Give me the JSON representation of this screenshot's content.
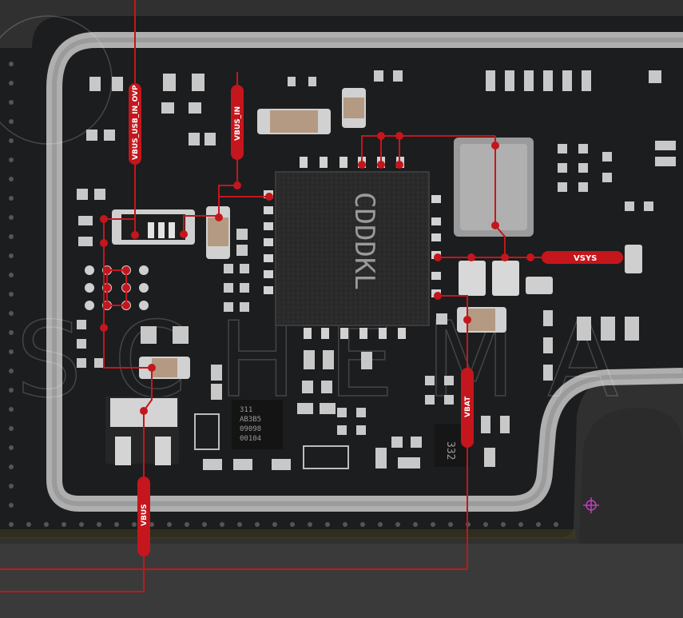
{
  "colors": {
    "net": "#c4161c",
    "board": "#1c1d1f",
    "solder": "#c9c9c9",
    "background": "#2e2e2e"
  },
  "nets": {
    "vbus_usb_in_ovp": "VBUS_USB_IN_OVP",
    "vbus_in": "VBUS_IN",
    "vsys": "VSYS",
    "vbat": "VBAT",
    "vbus": "VBUS"
  },
  "chips": {
    "main_ic_marking": "CDDDKL",
    "small_ic_lines": [
      "311",
      "AB3B5",
      "09098",
      "00104"
    ],
    "diode_marking": "332"
  },
  "watermark": "SCHEMA"
}
